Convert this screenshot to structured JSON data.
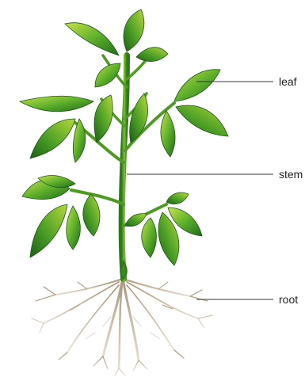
{
  "labels": {
    "leaf": "leaf",
    "stem": "stem",
    "root": "root"
  },
  "colors": {
    "leaf_dark": "#1f6b1a",
    "leaf_mid": "#3f9a25",
    "leaf_light": "#a9d43a",
    "stem": "#4e9a23",
    "root": "#b9a78e",
    "leader_line": "#333333",
    "label_text": "#222222"
  }
}
